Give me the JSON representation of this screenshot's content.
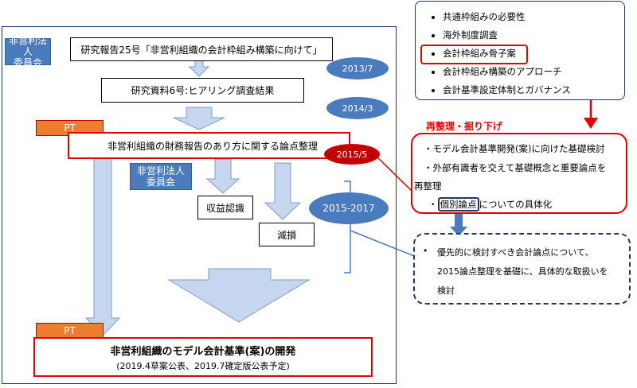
{
  "committee_label": "非営利法人\n委員会",
  "report1": "研究報告25号「非営利組織の会計枠組み構築に向けて」",
  "date1": "2013/7",
  "report2": "研究資料6号:ヒアリング調査結果",
  "date2": "2014/3",
  "pt_label": "PT",
  "issues": "非営利組織の財務報告のあり方に関する論点整理",
  "date3": "2015/5",
  "committee2_label": "非営利法人\n委員会",
  "revenue": "収益認識",
  "impairment": "減損",
  "period": "2015-2017",
  "top_list": [
    "共通枠組みの必要性",
    "海外制度調査",
    "会計枠組み骨子案",
    "会計枠組み構築のアプローチ",
    "会計基準設定体制とガバナンス"
  ],
  "reorg_title": "再整理・掘り下げ",
  "reorg_items": [
    "・モデル会計基準開発(案)に向けた基礎検討",
    "・外部有識者を交えて基礎概念と重要論点を",
    "再整理",
    "・",
    "個別論点",
    "についての具体化"
  ],
  "dashed_text": [
    "優先的に検討すべき会計論点について、",
    "2015論点整理を基礎に、具体的な取扱いを",
    "検討"
  ],
  "final_title": "非営利組織のモデル会計基準(案)の開発",
  "final_sub": "(2019.4草案公表、2019.7確定版公表予定)"
}
